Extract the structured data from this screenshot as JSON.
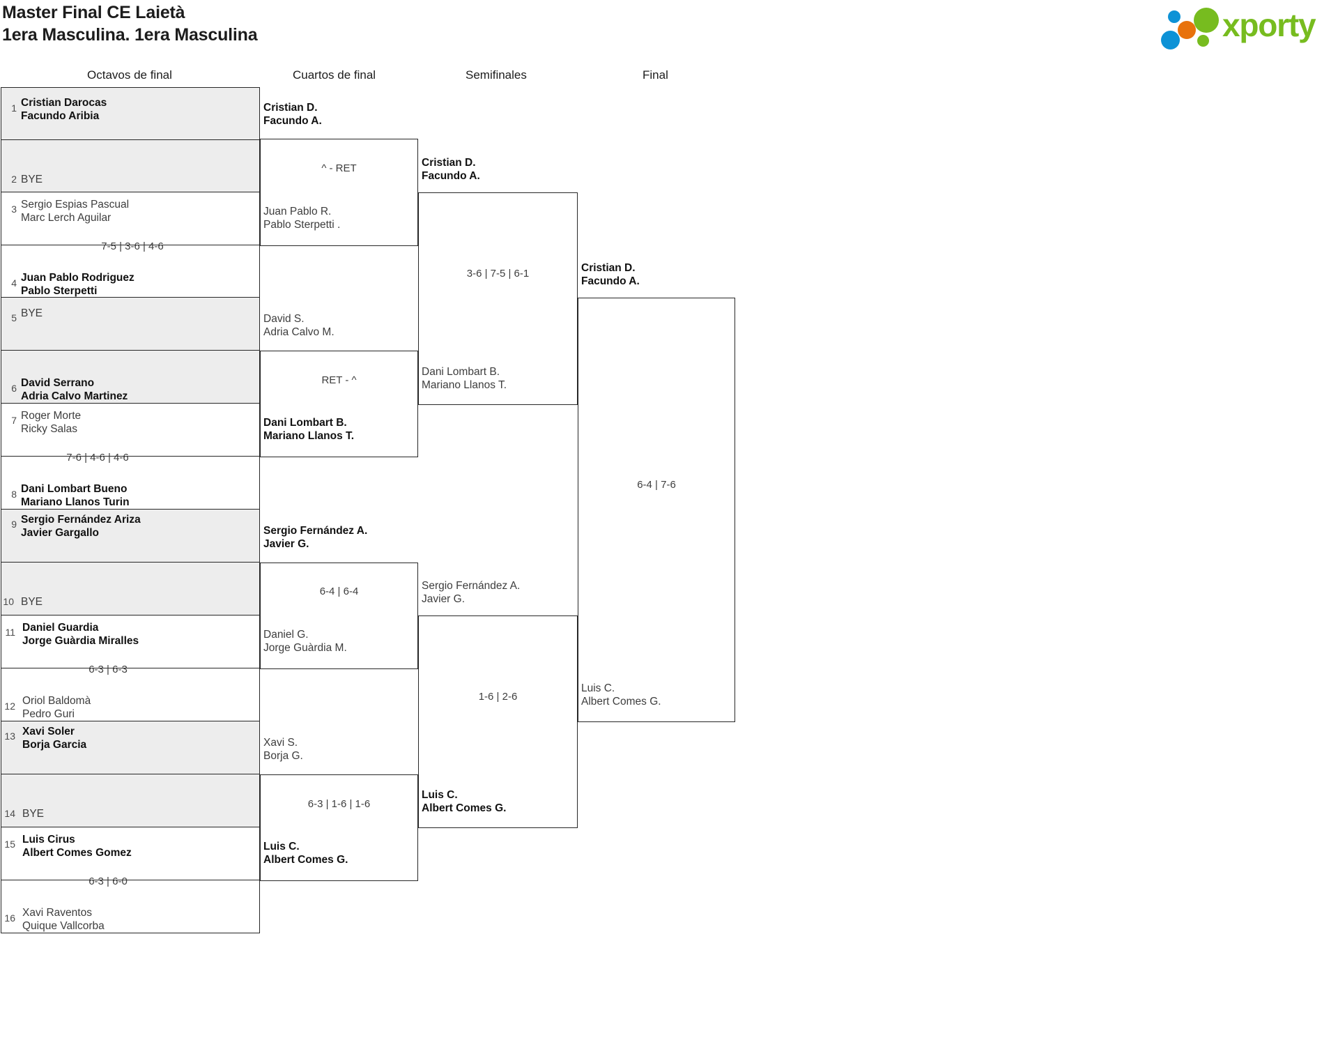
{
  "header": {
    "title": "Master Final CE Laietà",
    "subtitle": "1era Masculina. 1era Masculina",
    "logo_text": "xporty"
  },
  "rounds": [
    {
      "label": "Octavos de final"
    },
    {
      "label": "Cuartos de final"
    },
    {
      "label": "Semifinales"
    },
    {
      "label": "Final"
    }
  ],
  "round1": {
    "slots": [
      {
        "seed": "1",
        "line1": "Cristian Darocas",
        "line2": "Facundo Aribia",
        "state": "win"
      },
      {
        "seed": "2",
        "line1": "BYE",
        "line2": "",
        "state": "bye"
      },
      {
        "seed": "3",
        "line1": "Sergio Espias Pascual",
        "line2": "Marc Lerch Aguilar",
        "state": "lose"
      },
      {
        "seed": "4",
        "line1": "Juan Pablo Rodriguez",
        "line2": "Pablo Sterpetti",
        "state": "win"
      },
      {
        "seed": "5",
        "line1": "BYE",
        "line2": "",
        "state": "bye"
      },
      {
        "seed": "6",
        "line1": "David Serrano",
        "line2": "Adria Calvo Martinez",
        "state": "win"
      },
      {
        "seed": "7",
        "line1": "Roger Morte",
        "line2": "Ricky Salas",
        "state": "lose"
      },
      {
        "seed": "8",
        "line1": "Dani Lombart Bueno",
        "line2": "Mariano Llanos Turin",
        "state": "win"
      },
      {
        "seed": "9",
        "line1": "Sergio Fernández Ariza",
        "line2": "Javier Gargallo",
        "state": "win"
      },
      {
        "seed": "10",
        "line1": "BYE",
        "line2": "",
        "state": "bye"
      },
      {
        "seed": "11",
        "line1": "Daniel Guardia",
        "line2": "Jorge Guàrdia Miralles",
        "state": "win"
      },
      {
        "seed": "12",
        "line1": "Oriol Baldomà",
        "line2": "Pedro Guri",
        "state": "lose"
      },
      {
        "seed": "13",
        "line1": "Xavi Soler",
        "line2": "Borja Garcia",
        "state": "win"
      },
      {
        "seed": "14",
        "line1": "BYE",
        "line2": "",
        "state": "bye"
      },
      {
        "seed": "15",
        "line1": "Luis Cirus",
        "line2": "Albert Comes Gomez",
        "state": "win"
      },
      {
        "seed": "16",
        "line1": "Xavi Raventos",
        "line2": "Quique Vallcorba",
        "state": "lose"
      }
    ],
    "scores": [
      {
        "match": 2,
        "text": "7-5 | 3-6 | 4-6"
      },
      {
        "match": 4,
        "text": "7-6 | 4-6 | 4-6"
      },
      {
        "match": 6,
        "text": "6-3 | 6-3"
      },
      {
        "match": 8,
        "text": "6-3 | 6-0"
      }
    ]
  },
  "quarterfinals": [
    {
      "top": {
        "line1": "Cristian D.",
        "line2": "Facundo A.",
        "state": "win"
      },
      "bottom": {
        "line1": "Juan Pablo R.",
        "line2": "Pablo Sterpetti .",
        "state": "lose"
      },
      "score": "^ - RET"
    },
    {
      "top": {
        "line1": "David S.",
        "line2": "Adria Calvo M.",
        "state": "lose"
      },
      "bottom": {
        "line1": "Dani Lombart B.",
        "line2": "Mariano Llanos T.",
        "state": "win"
      },
      "score": "RET - ^"
    },
    {
      "top": {
        "line1": "Sergio Fernández A.",
        "line2": "Javier G.",
        "state": "win"
      },
      "bottom": {
        "line1": "Daniel G.",
        "line2": "Jorge Guàrdia M.",
        "state": "lose"
      },
      "score": "6-4 | 6-4"
    },
    {
      "top": {
        "line1": "Xavi S.",
        "line2": "Borja G.",
        "state": "lose"
      },
      "bottom": {
        "line1": "Luis C.",
        "line2": "Albert Comes G.",
        "state": "win"
      },
      "score": "6-3 | 1-6 | 1-6"
    }
  ],
  "semifinals": [
    {
      "top": {
        "line1": "Cristian D.",
        "line2": "Facundo A.",
        "state": "win"
      },
      "bottom": {
        "line1": "Dani Lombart B.",
        "line2": "Mariano Llanos T.",
        "state": "lose"
      },
      "score": "3-6 | 7-5 | 6-1"
    },
    {
      "top": {
        "line1": "Sergio Fernández A.",
        "line2": "Javier G.",
        "state": "lose"
      },
      "bottom": {
        "line1": "Luis C.",
        "line2": "Albert Comes G.",
        "state": "win"
      },
      "score": "1-6 | 2-6"
    }
  ],
  "final": [
    {
      "top": {
        "line1": "Cristian D.",
        "line2": "Facundo A.",
        "state": "win"
      },
      "bottom": {
        "line1": "Luis C.",
        "line2": "Albert Comes G.",
        "state": "lose"
      },
      "score": "6-4 | 7-6"
    }
  ],
  "colors": {
    "line": "#262626",
    "shade": "#ededed",
    "logo_green": "#77bc1f",
    "logo_orange": "#e8720c",
    "logo_blue": "#0d92d6"
  }
}
